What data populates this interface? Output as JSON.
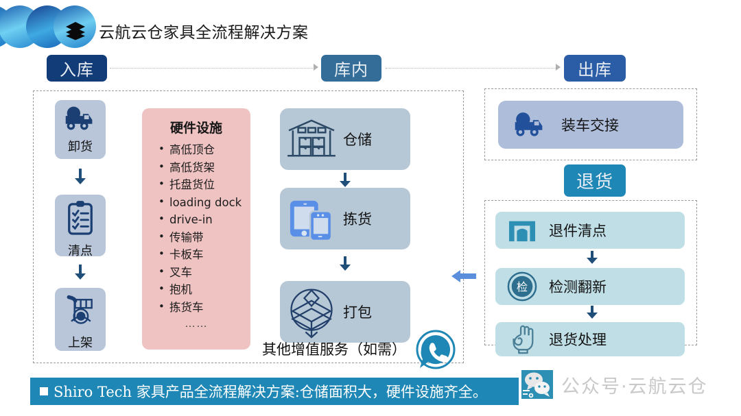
{
  "header": {
    "title": "云航云仓家具全流程解决方案",
    "logo_icon": "stacked-layers-icon"
  },
  "phases": {
    "inbound": "入库",
    "inwarehouse": "库内",
    "outbound": "出库",
    "returns": "退货"
  },
  "inbound_steps": [
    {
      "label": "卸货",
      "icon": "truck-icon"
    },
    {
      "label": "清点",
      "icon": "clipboard-checklist-icon"
    },
    {
      "label": "上架",
      "icon": "shelving-rack-icon"
    }
  ],
  "hardware": {
    "title": "硬件设施",
    "items": [
      "高低顶仓",
      "高低货架",
      "托盘货位",
      "loading dock",
      "drive-in",
      "传输带",
      "卡板车",
      "叉车",
      "抱机",
      "拣货车"
    ],
    "more": "……"
  },
  "warehouse_steps": [
    {
      "label": "仓储",
      "icon": "warehouse-building-icon"
    },
    {
      "label": "拣货",
      "icon": "mobile-devices-icon"
    },
    {
      "label": "打包",
      "icon": "open-box-packing-icon"
    }
  ],
  "value_added": {
    "label": "其他增值服务（如需）",
    "icon": "phone-call-icon"
  },
  "outbound": {
    "label": "装车交接",
    "icon": "truck-icon"
  },
  "return_steps": [
    {
      "label": "退件清点",
      "icon": "gate-scanner-icon"
    },
    {
      "label": "检测翻新",
      "icon": "inspection-seal-icon"
    },
    {
      "label": "退货处理",
      "icon": "hand-ok-icon"
    }
  ],
  "banner": {
    "bullet": "square-bullet-icon",
    "text": "Shiro Tech 家具产品全流程解决方案:仓储面积大，硬件设施齐全。"
  },
  "watermark": {
    "icon": "wechat-icon",
    "text": "公众号·云航云仓"
  },
  "flow_arrow": {
    "returns_inbound": "left-arrow-icon"
  },
  "colors": {
    "navy": "#123C78",
    "mid_blue": "#336D98",
    "out_blue": "#2B5CA6",
    "teal": "#1E87B5",
    "pink_panel": "#f0c3c3",
    "tile_blue_grey": "#b9c6da",
    "tile_light_teal": "#bfdee6",
    "arrow_blue": "#5B8FDB"
  }
}
